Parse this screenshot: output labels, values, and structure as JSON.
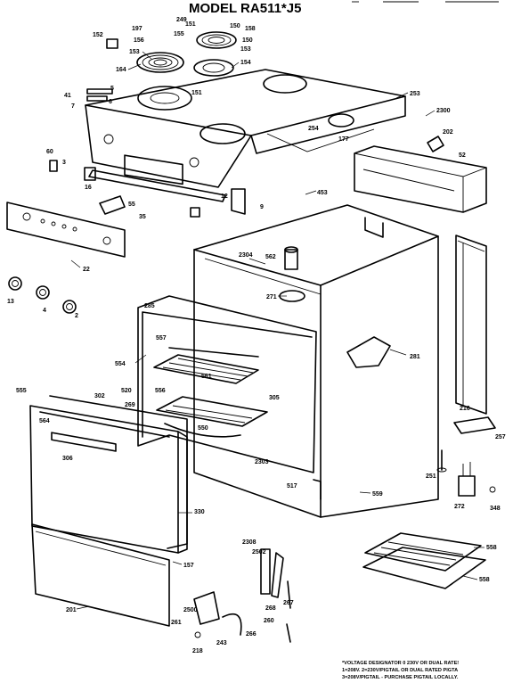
{
  "title": "MODEL RA511*J5",
  "voltage_note": [
    "*VOLTAGE DESIGNATOR 0  230V OR DUAL RATE!",
    "1=208V. 2=230V/PIGTAIL OR DUAL RATED PIGTA",
    "3=208V/PIGTAIL - PURCHASE PIGTAIL LOCALLY."
  ],
  "part_labels": {
    "p151a": "151",
    "p197": "197",
    "p249": "249",
    "p152": "152",
    "p155": "155",
    "p150": "150",
    "p158": "158",
    "p153a": "153",
    "p156": "156",
    "p150b": "150",
    "p164": "164",
    "p154": "154",
    "p151b": "151",
    "p153b": "153",
    "p41": "41",
    "p5": "5",
    "p7": "7",
    "p6": "6",
    "p253": "253",
    "p2300": "2300",
    "p254": "254",
    "p177": "177",
    "p202": "202",
    "p52": "52",
    "p60": "60",
    "p3": "3",
    "p12": "12",
    "p9": "9",
    "p453": "453",
    "p55": "55",
    "p35": "35",
    "p16": "16",
    "p22": "22",
    "p2304": "2304",
    "p562": "562",
    "p13": "13",
    "p4": "4",
    "p2": "2",
    "p271": "271",
    "p285": "285",
    "p557": "557",
    "p554": "554",
    "p520": "520",
    "p556": "556",
    "p561": "561",
    "p281": "281",
    "p555": "555",
    "p564": "564",
    "p302": "302",
    "p269": "269",
    "p305": "305",
    "p550": "550",
    "p216": "216",
    "p257": "257",
    "p306": "306",
    "p2303": "2303",
    "p251": "251",
    "p517": "517",
    "p559": "559",
    "p330": "330",
    "p272": "272",
    "p348": "348",
    "p2308": "2308",
    "p2502": "2502",
    "p558": "558",
    "p558b": "558",
    "p157": "157",
    "p201": "201",
    "p268": "268",
    "p267": "267",
    "p260": "260",
    "p261": "261",
    "p2500": "2500",
    "p266": "266",
    "p243": "243",
    "p218": "218"
  }
}
